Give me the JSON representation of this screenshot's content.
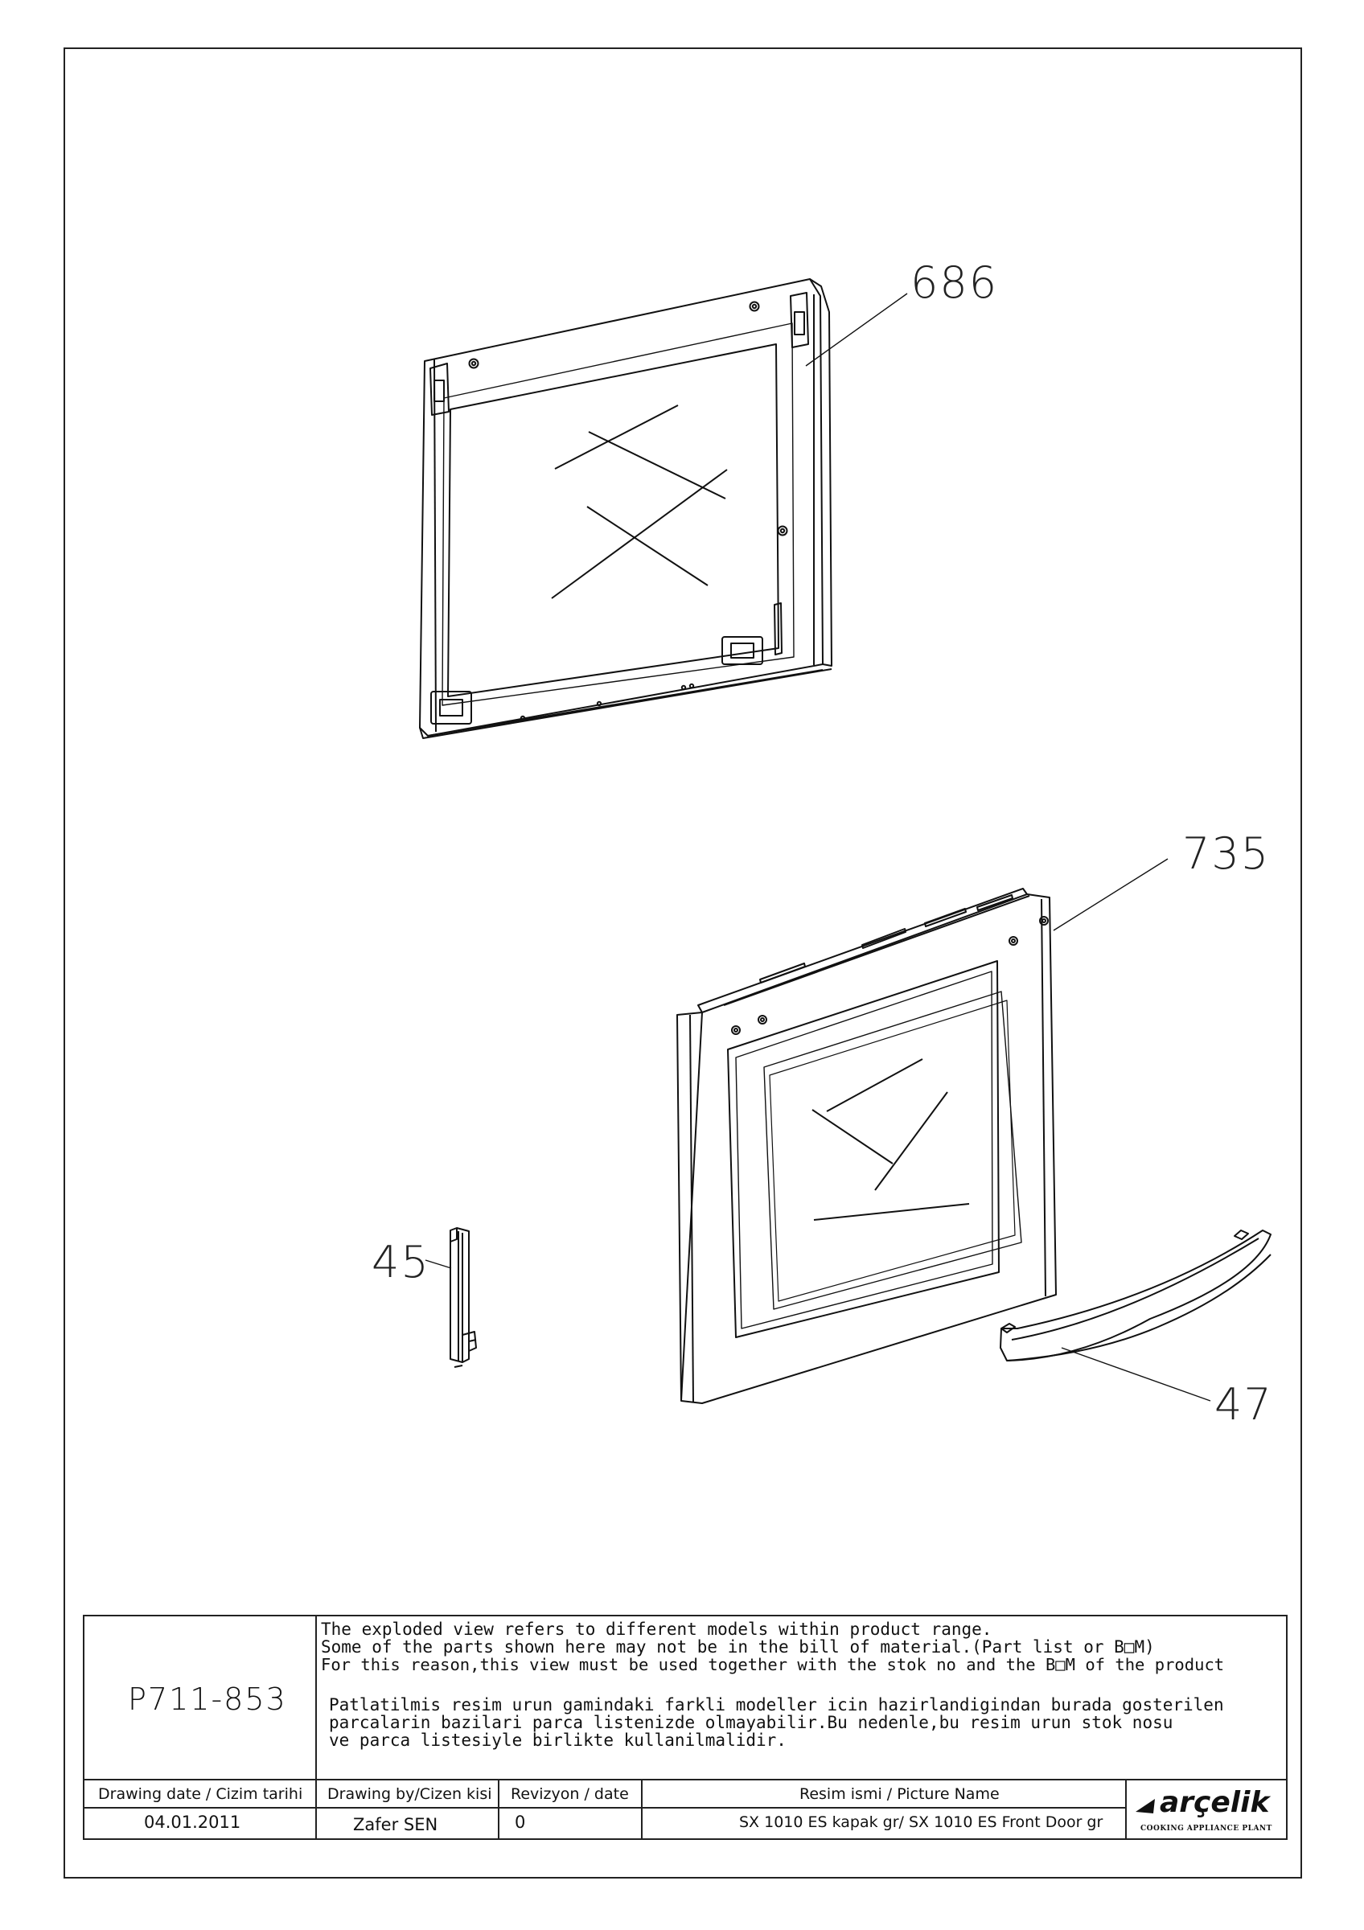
{
  "callouts": {
    "part_686": "686",
    "part_735": "735",
    "part_45": "45",
    "part_47": "47"
  },
  "title_block": {
    "drawing_number": "P711-853",
    "notes_en": [
      "The exploded view refers to different models within product range.",
      "Some of the parts shown here may not be in the bill of material.(Part list or B□M)",
      "For this reason,this view must be used together with the stok no and the B□M of the product"
    ],
    "notes_tr": [
      "Patlatilmis resim urun gamindaki farkli modeller icin hazirlandigindan burada gosterilen",
      "parcalarin bazilari parca listenizde olmayabilir.Bu nedenle,bu resim urun stok nosu",
      "ve parca listesiyle birlikte kullanilmalidir."
    ],
    "headers": {
      "drawing_date": "Drawing date / Cizim tarihi",
      "drawing_by": "Drawing by/Cizen kisi",
      "revision": "Revizyon / date",
      "picture_name": "Resim ismi / Picture Name"
    },
    "values": {
      "drawing_date": "04.01.2011",
      "drawing_by": "Zafer SEN",
      "revision": "0",
      "picture_name": "SX 1010 ES kapak gr/ SX 1010 ES Front Door gr"
    },
    "logo": {
      "brand": "arçelik",
      "subtitle": "COOKING APPLIANCE PLANT"
    }
  }
}
